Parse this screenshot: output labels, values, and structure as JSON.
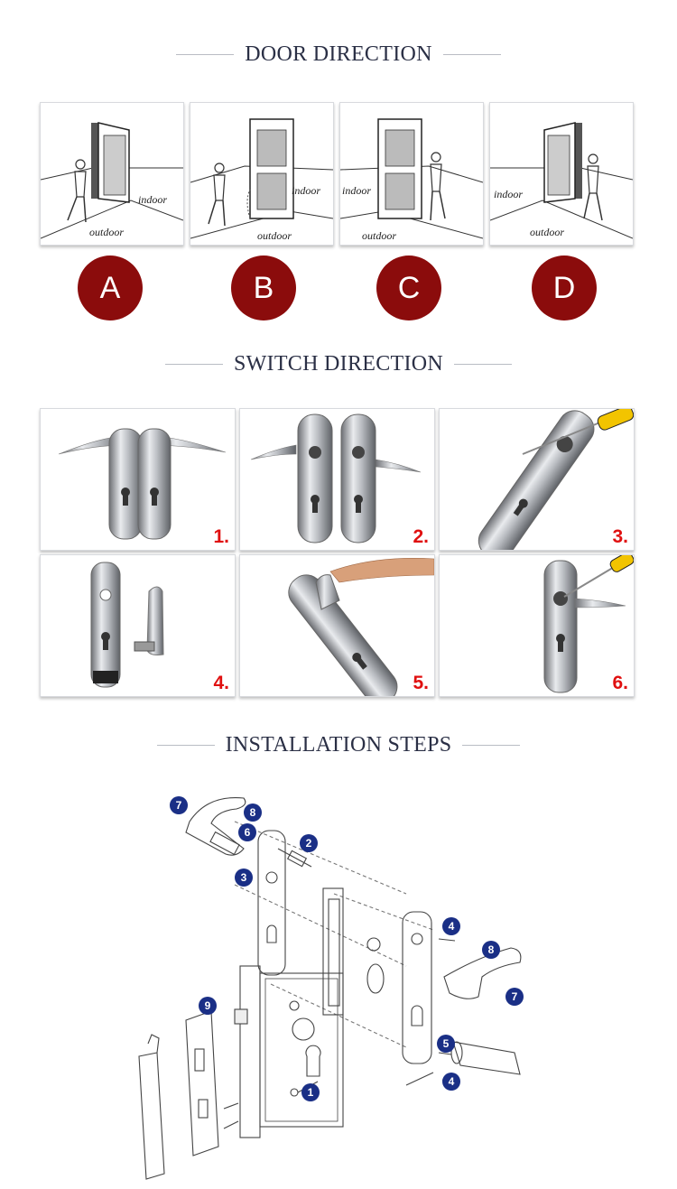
{
  "door_direction": {
    "title": "DOOR DIRECTION",
    "panels": [
      {
        "letter": "A",
        "labels": [
          "indoor",
          "outdoor"
        ]
      },
      {
        "letter": "B",
        "labels": [
          "indoor",
          "outdoor"
        ]
      },
      {
        "letter": "C",
        "labels": [
          "indoor",
          "outdoor"
        ]
      },
      {
        "letter": "D",
        "labels": [
          "indoor",
          "outdoor"
        ]
      }
    ]
  },
  "switch_direction": {
    "title": "SWITCH DIRECTION",
    "steps": [
      "1.",
      "2.",
      "3.",
      "4.",
      "5.",
      "6."
    ]
  },
  "installation_steps": {
    "title": "INSTALLATION STEPS",
    "callouts": [
      "7",
      "8",
      "6",
      "2",
      "3",
      "4",
      "8",
      "7",
      "9",
      "5",
      "4",
      "1"
    ]
  },
  "colors": {
    "badge": "#8b0c0c",
    "step_number": "#e01010",
    "callout": "#1a2f86",
    "title": "#2a2f45"
  }
}
